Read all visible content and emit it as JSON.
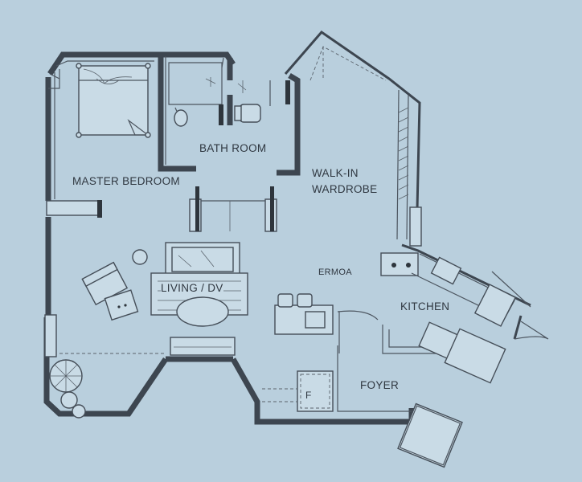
{
  "rooms": {
    "master_bedroom": "MASTER BEDROOM",
    "bath_room": "BATH ROOM",
    "walk_in_line1": "WALK-IN",
    "walk_in_line2": "WARDROBE",
    "kitchen": "KITCHEN",
    "foyer": "FOYER",
    "living": "LIVING / DV",
    "area_tag": "ERMOA"
  },
  "fixtures": {
    "fridge_tag": "F"
  },
  "colors": {
    "paper": "#b9cfdd",
    "ink": "#3d4650"
  }
}
